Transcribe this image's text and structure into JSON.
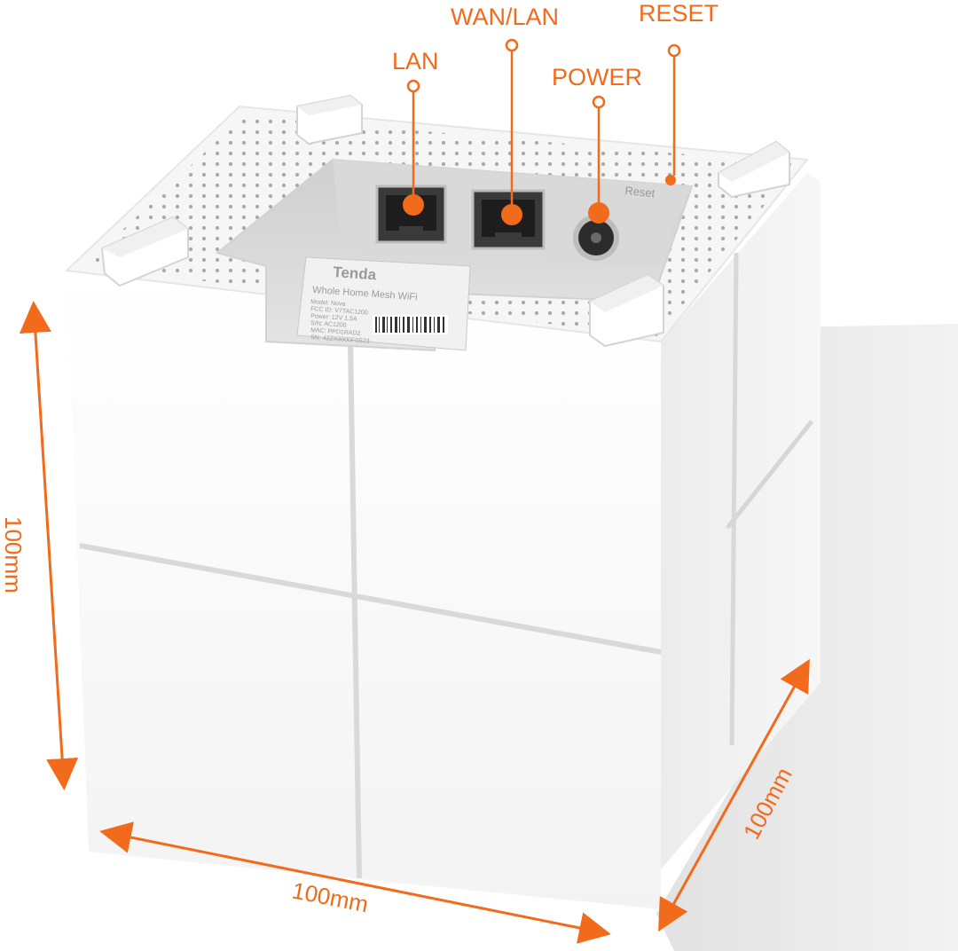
{
  "callouts": {
    "lan": "LAN",
    "wan_lan": "WAN/LAN",
    "power": "POWER",
    "reset": "RESET"
  },
  "device": {
    "brand": "Tenda",
    "product_line": "Whole Home Mesh WiFi",
    "label_lines": [
      "Model: Nova",
      "FCC ID: V7TAC1200",
      "Power: 12V 1.5A",
      "S/N: AC1200",
      "MAC: PPD1RAD2",
      "SN: 42ZX0000F0S23"
    ],
    "reset_text": "Reset"
  },
  "dimensions": {
    "height": "100mm",
    "width": "100mm",
    "depth": "100mm"
  },
  "colors": {
    "accent": "#f26a1b",
    "device_white": "#f4f4f4",
    "shadow": "#e9e9e9"
  }
}
